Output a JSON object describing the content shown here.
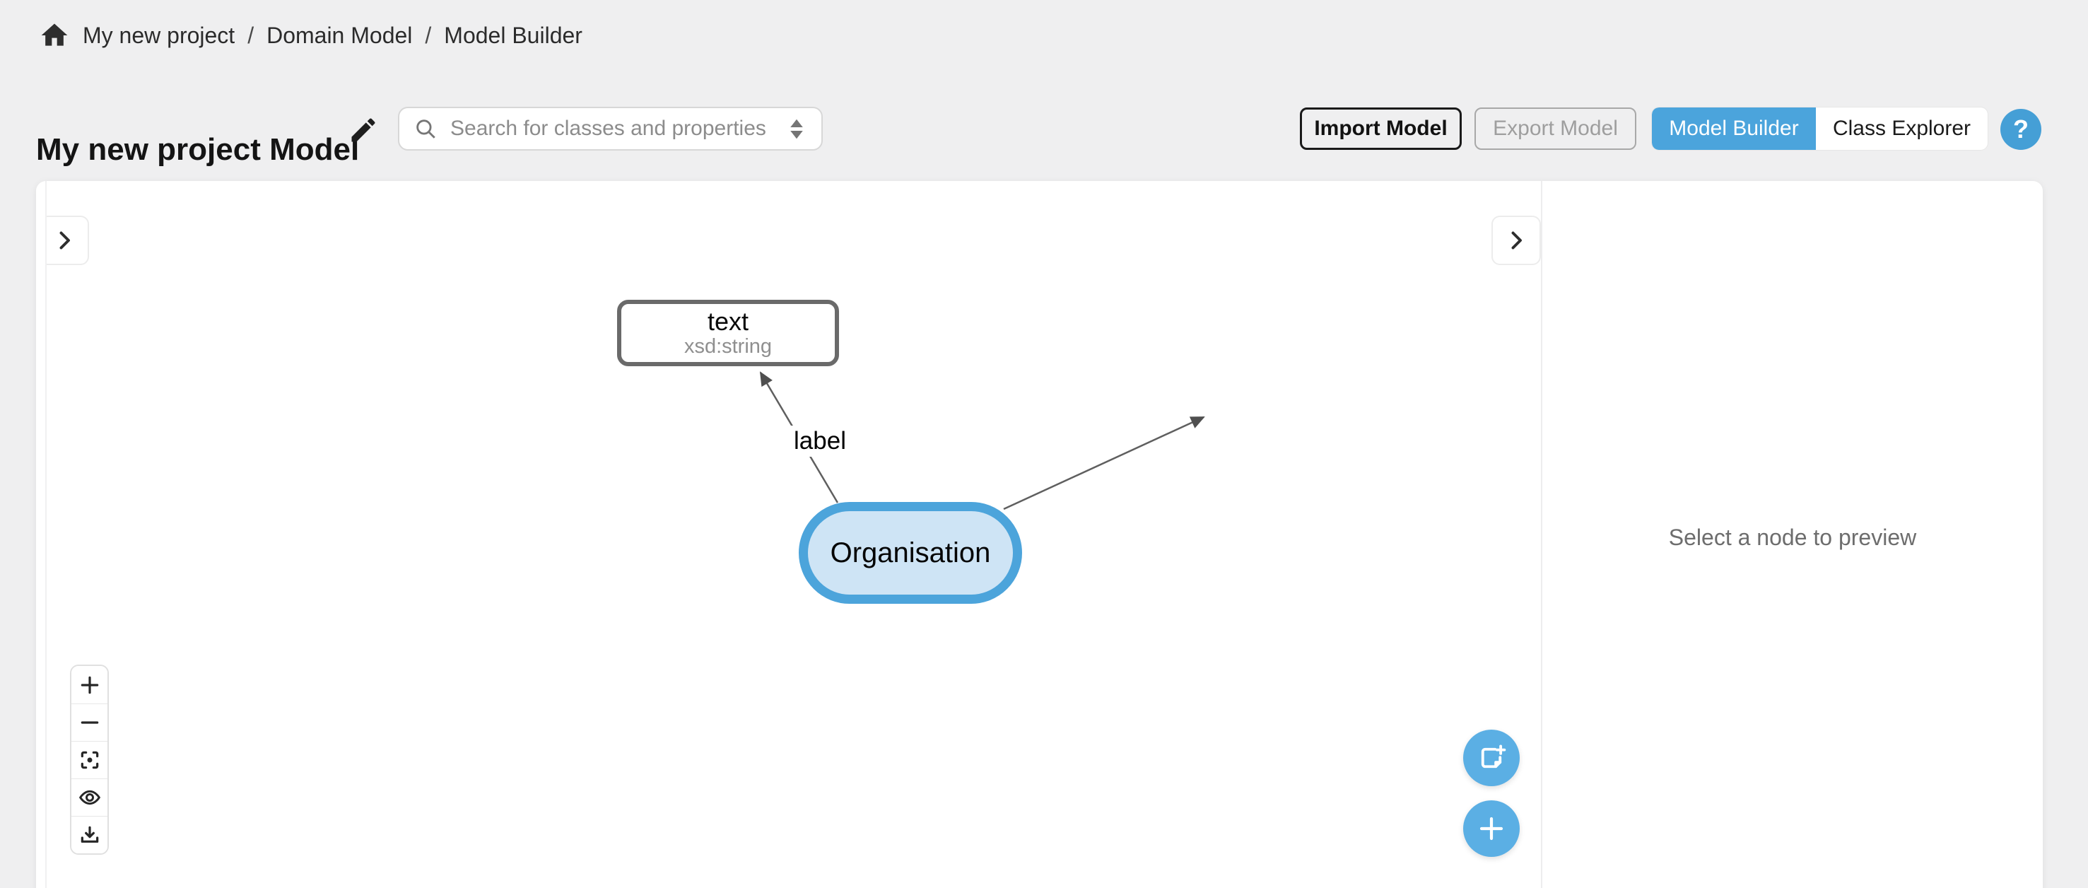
{
  "breadcrumb": {
    "separator": "/",
    "items": [
      "My new project",
      "Domain Model",
      "Model Builder"
    ]
  },
  "header": {
    "title": "My new project Model"
  },
  "search": {
    "value": "",
    "placeholder": "Search for classes and properties"
  },
  "actions": {
    "import_label": "Import Model",
    "export_label": "Export Model",
    "export_disabled": true,
    "view_toggle": {
      "options": [
        "Model Builder",
        "Class Explorer"
      ],
      "active": "Model Builder"
    },
    "help_label": "?"
  },
  "canvas": {
    "nodes": [
      {
        "title": "text",
        "subtitle": "xsd:string",
        "kind": "datatype"
      },
      {
        "title": "Organisation",
        "kind": "class",
        "selected": true
      }
    ],
    "edges": [
      {
        "label": "label",
        "from": "Organisation",
        "to": "text"
      },
      {
        "label": "",
        "from": "Organisation",
        "to": ""
      }
    ],
    "zoom_controls": [
      "zoom-in",
      "zoom-out",
      "fit-view",
      "preview-visibility",
      "download"
    ],
    "fab_buttons": [
      "add-node",
      "add"
    ]
  },
  "preview_panel": {
    "empty_text": "Select a node to preview"
  },
  "colors": {
    "accent_blue": "#4BA4DC",
    "help_blue": "#459FD6",
    "fab_blue": "#5BAFE4",
    "node_fill": "#CEE4F5",
    "node_border": "#4CA4DB",
    "page_bg": "#EFEFF0"
  }
}
